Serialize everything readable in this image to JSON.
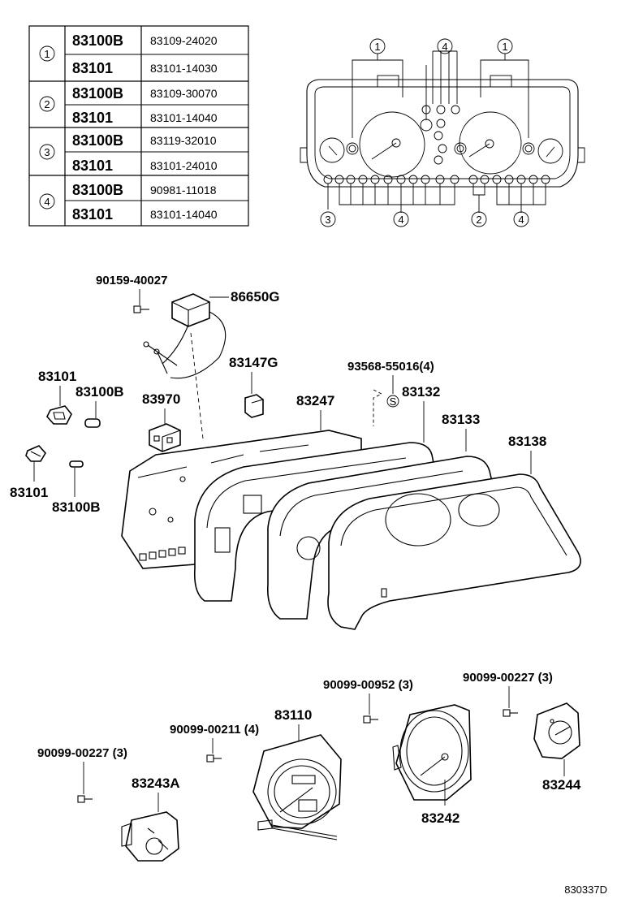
{
  "table": {
    "rows": [
      {
        "num": "1",
        "parts": [
          [
            "83100B",
            "83109-24020"
          ],
          [
            "83101",
            "83101-14030"
          ]
        ]
      },
      {
        "num": "2",
        "parts": [
          [
            "83100B",
            "83109-30070"
          ],
          [
            "83101",
            "83101-14040"
          ]
        ]
      },
      {
        "num": "3",
        "parts": [
          [
            "83100B",
            "83119-32010"
          ],
          [
            "83101",
            "83101-24010"
          ]
        ]
      },
      {
        "num": "4",
        "parts": [
          [
            "83100B",
            "90981-11018"
          ],
          [
            "83101",
            "83101-14040"
          ]
        ]
      }
    ]
  },
  "front_view": {
    "callouts": [
      "1",
      "4",
      "1",
      "3",
      "4",
      "2",
      "4"
    ]
  },
  "labels": {
    "screw_top": "90159-40027",
    "sensor": "86650G",
    "socket_1": "83101",
    "bulb_1": "83100B",
    "connector": "83970",
    "clip": "83147G",
    "screw_set": "93568-55016(4)",
    "screw_symbol": "S",
    "board": "83247",
    "plate": "83132",
    "hood": "83133",
    "lens": "83138",
    "socket_2": "83101",
    "bulb_2": "83100B",
    "screw_a": "90099-00952 (3)",
    "screw_b": "90099-00227 (3)",
    "screw_c": "90099-00211 (4)",
    "screw_d": "90099-00227 (3)",
    "speedometer": "83110",
    "fuel_gauge": "83243A",
    "tachometer": "83242",
    "temp_gauge": "83244",
    "ref_code": "830337D"
  }
}
